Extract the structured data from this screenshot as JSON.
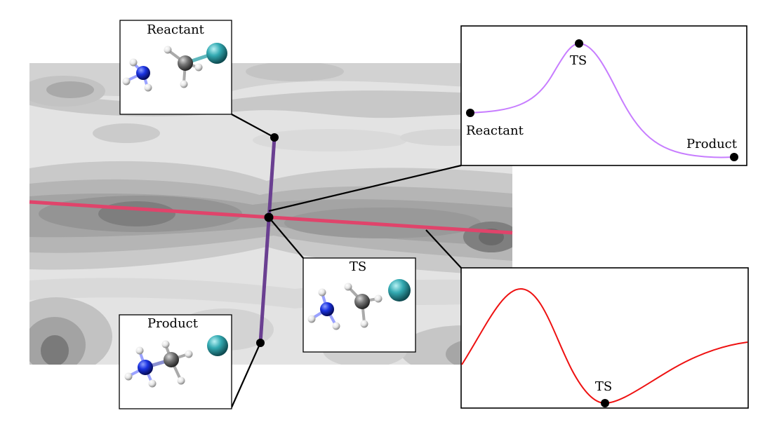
{
  "labels": {
    "reactant_box": "Reactant",
    "product_box": "Product",
    "ts_box": "TS",
    "top_ts": "TS",
    "top_reactant": "Reactant",
    "top_product": "Product",
    "bottom_ts": "TS"
  },
  "colors": {
    "mep_curve": "#c77dff",
    "perp_curve": "#ee1111",
    "red_path": "#e0446b",
    "purple_path": "#6a3f91",
    "nitrogen": "#1428d8",
    "carbon": "#6e6e6e",
    "chlorine": "#2fa6ad",
    "hydrogen": "#f2f2f2"
  }
}
